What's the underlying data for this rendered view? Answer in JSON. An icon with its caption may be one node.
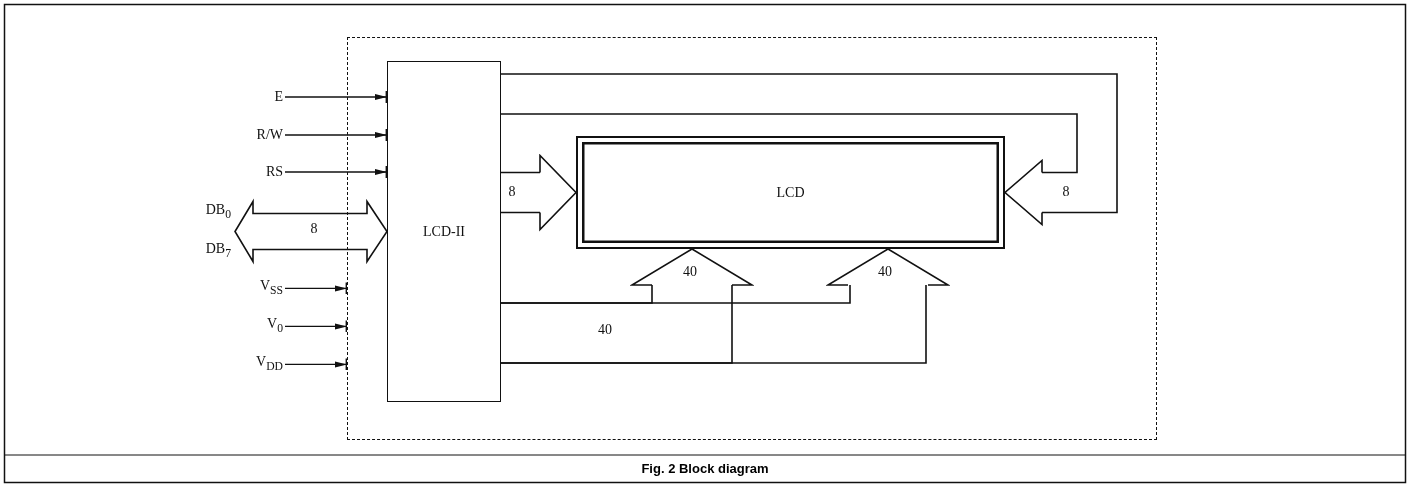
{
  "diagram": {
    "caption": "Fig. 2 Block diagram",
    "nodes": [
      {
        "text": [],
        "shape": "box"
      },
      {
        "text": [
          "LCD-II"
        ],
        "in": 0
      },
      {
        "text": [
          "LCD"
        ],
        "in": 0
      },
      {
        "text": [
          "E"
        ]
      },
      {
        "text": [
          "R/W"
        ]
      },
      {
        "text": [
          "RS"
        ]
      },
      {
        "text": [
          "V$_{SS}$"
        ]
      },
      {
        "text": [
          "V$_{0}$"
        ]
      },
      {
        "text": [
          "V$_{DD}$"
        ]
      }
    ],
    "edges": [
      {
        "from": 3,
        "to": 1,
        "arrow": "to"
      },
      {
        "from": 4,
        "to": 1,
        "arrow": "to"
      },
      {
        "from": 5,
        "to": 1,
        "arrow": "to"
      },
      {
        "from": null,
        "to": 1,
        "arrow": "both",
        "label": "8"
      },
      {
        "from": 6,
        "to": 0,
        "arrow": "to"
      },
      {
        "from": 7,
        "to": 0,
        "arrow": "to"
      },
      {
        "from": 8,
        "to": 0,
        "arrow": "to"
      },
      {
        "from": 1,
        "to": 2,
        "arrow": "to",
        "label": "8"
      },
      {
        "from": 1,
        "to": 2,
        "arrow": "to",
        "label": "8"
      },
      {
        "from": 1,
        "to": 2,
        "arrow": "to",
        "label": "40"
      },
      {
        "from": 1,
        "to": 2,
        "arrow": "to",
        "label": "40"
      }
    ],
    "labels": [
      "DB$_{0}$",
      "DB$_{7}$",
      "40"
    ]
  }
}
